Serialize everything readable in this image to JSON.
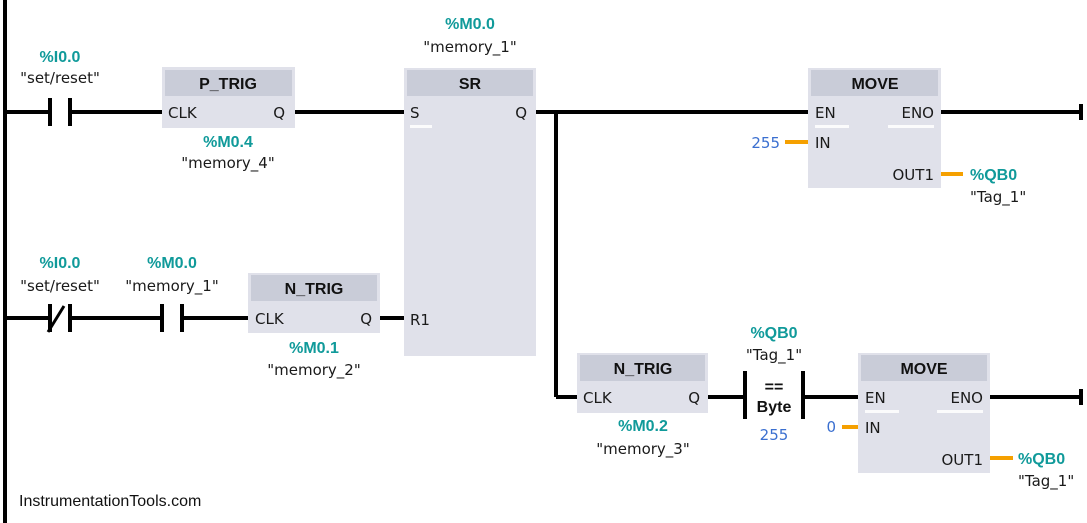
{
  "diagram": {
    "type": "ladder-logic",
    "watermark": "InstrumentationTools.com",
    "colors": {
      "address": "#109a9a",
      "constant": "#3a6fd0",
      "data_wire": "#f5a000",
      "block_body": "#e0e1ea",
      "block_header": "#c9ccd8"
    },
    "network1": {
      "contact_set": {
        "address": "%I0.0",
        "tag": "\"set/reset\"",
        "type": "NO"
      },
      "p_trig": {
        "title": "P_TRIG",
        "in": "CLK",
        "out": "Q",
        "address": "%M0.4",
        "tag": "\"memory_4\""
      },
      "sr": {
        "title": "SR",
        "set": "S",
        "reset": "R1",
        "out": "Q",
        "address": "%M0.0",
        "tag": "\"memory_1\""
      },
      "move1": {
        "title": "MOVE",
        "en": "EN",
        "eno": "ENO",
        "in": "IN",
        "out": "OUT1",
        "in_value": "255",
        "out_address": "%QB0",
        "out_tag": "\"Tag_1\""
      }
    },
    "branch_reset": {
      "contact_nc": {
        "address": "%I0.0",
        "tag": "\"set/reset\"",
        "type": "NC"
      },
      "contact_mem": {
        "address": "%M0.0",
        "tag": "\"memory_1\"",
        "type": "NO"
      },
      "n_trig": {
        "title": "N_TRIG",
        "in": "CLK",
        "out": "Q",
        "address": "%M0.1",
        "tag": "\"memory_2\""
      }
    },
    "branch_lower": {
      "n_trig": {
        "title": "N_TRIG",
        "in": "CLK",
        "out": "Q",
        "address": "%M0.2",
        "tag": "\"memory_3\""
      },
      "compare": {
        "operator": "==",
        "type": "Byte",
        "operand1_address": "%QB0",
        "operand1_tag": "\"Tag_1\"",
        "operand2": "255"
      },
      "move2": {
        "title": "MOVE",
        "en": "EN",
        "eno": "ENO",
        "in": "IN",
        "out": "OUT1",
        "in_value": "0",
        "out_address": "%QB0",
        "out_tag": "\"Tag_1\""
      }
    }
  }
}
